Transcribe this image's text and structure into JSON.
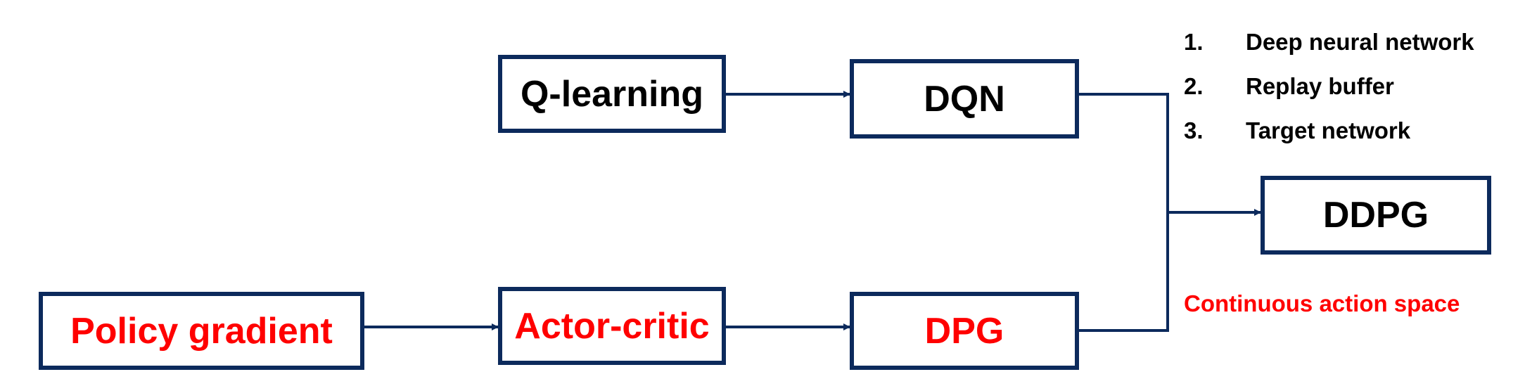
{
  "diagram": {
    "nodes": {
      "q_learning": {
        "label": "Q-learning",
        "text_color": "#000000"
      },
      "dqn": {
        "label": "DQN",
        "text_color": "#000000"
      },
      "ddpg": {
        "label": "DDPG",
        "text_color": "#000000"
      },
      "policy_gradient": {
        "label": "Policy gradient",
        "text_color": "#ff0000"
      },
      "actor_critic": {
        "label": "Actor-critic",
        "text_color": "#ff0000"
      },
      "dpg": {
        "label": "DPG",
        "text_color": "#ff0000"
      }
    },
    "edges": [
      {
        "from": "q_learning",
        "to": "dqn"
      },
      {
        "from": "policy_gradient",
        "to": "actor_critic"
      },
      {
        "from": "actor_critic",
        "to": "dpg"
      },
      {
        "from": "dqn",
        "to": "ddpg"
      },
      {
        "from": "dpg",
        "to": "ddpg"
      }
    ],
    "features": [
      {
        "num": "1.",
        "text": "Deep neural network"
      },
      {
        "num": "2.",
        "text": "Replay buffer"
      },
      {
        "num": "3.",
        "text": "Target network"
      }
    ],
    "annotation": "Continuous action space",
    "colors": {
      "border": "#0c2a5c",
      "arrow": "#0c2a5c",
      "text_black": "#000000",
      "text_red": "#ff0000"
    }
  }
}
